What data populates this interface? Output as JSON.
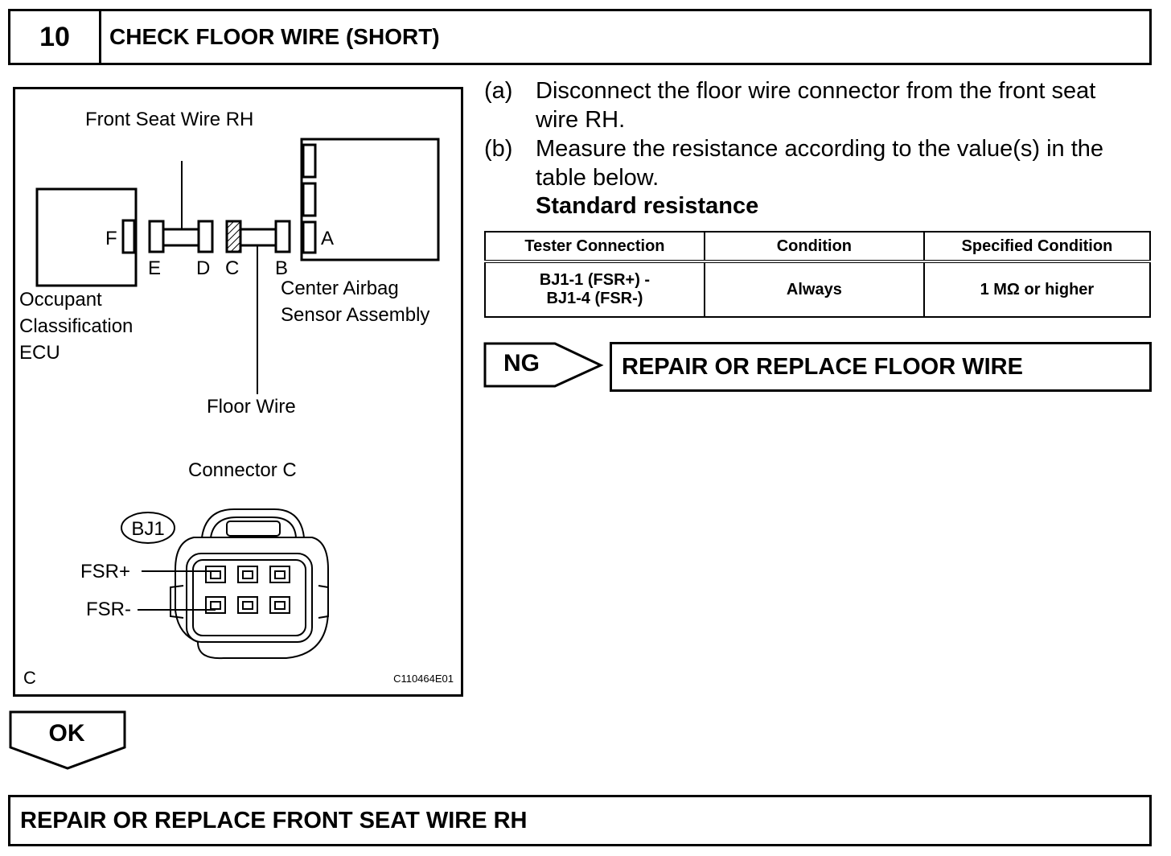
{
  "step": {
    "number": "10",
    "title": "CHECK FLOOR WIRE (SHORT)"
  },
  "diagram": {
    "labels": {
      "front_seat_wire": "Front Seat Wire RH",
      "occupant_line1": "Occupant",
      "occupant_line2": "Classification",
      "occupant_line3": "ECU",
      "center_line1": "Center Airbag",
      "center_line2": "Sensor Assembly",
      "floor_wire": "Floor Wire",
      "connector_title": "Connector C",
      "connector_code": "BJ1",
      "pin_plus": "FSR+",
      "pin_minus": "FSR-",
      "corner": "C",
      "figure_id": "C110464E01"
    },
    "letters": {
      "F": "F",
      "E": "E",
      "D": "D",
      "C": "C",
      "B": "B",
      "A": "A"
    }
  },
  "instructions": [
    {
      "label": "(a)",
      "line1": "Disconnect the floor wire connector from the front seat",
      "line2": "wire RH."
    },
    {
      "label": "(b)",
      "line1": "Measure the resistance according to the value(s) in the",
      "line2": "table below."
    }
  ],
  "standard_heading": "Standard resistance",
  "table": {
    "headers": [
      "Tester Connection",
      "Condition",
      "Specified Condition"
    ],
    "rows": [
      {
        "connection_line1": "BJ1-1 (FSR+) -",
        "connection_line2": "BJ1-4 (FSR-)",
        "condition": "Always",
        "specified": "1 MΩ or higher"
      }
    ]
  },
  "ng": {
    "label": "NG",
    "action": "REPAIR OR REPLACE FLOOR WIRE"
  },
  "ok": {
    "label": "OK"
  },
  "final_action": "REPAIR OR REPLACE FRONT SEAT WIRE RH"
}
